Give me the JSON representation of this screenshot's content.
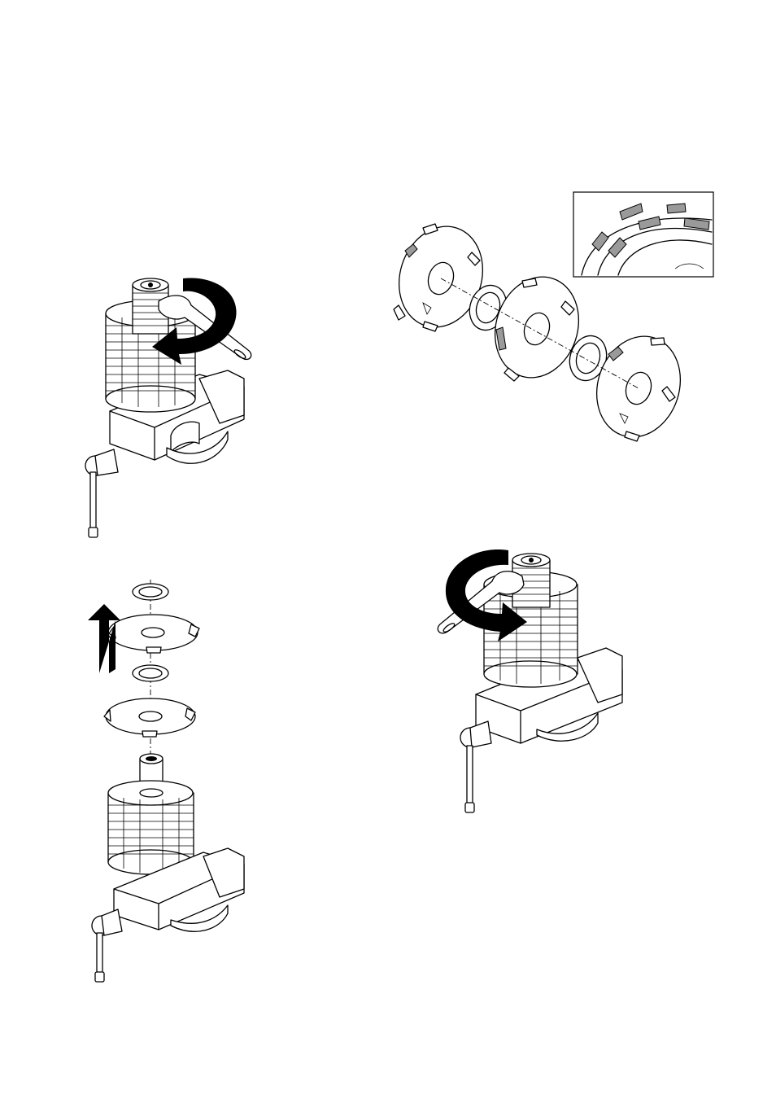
{
  "figures": [
    {
      "id": "fig-loosen-nut",
      "action": "rotate-counterclockwise"
    },
    {
      "id": "fig-blade-order",
      "detail_inset": true
    },
    {
      "id": "fig-remove-blades",
      "action": "lift-up"
    },
    {
      "id": "fig-tighten-nut",
      "action": "rotate-clockwise"
    }
  ],
  "colors": {
    "line": "#000000",
    "segment_fill": "#9a9a9a",
    "background": "#ffffff"
  },
  "icons": [
    "curved-arrow-icon",
    "up-arrow-icon",
    "wrench-icon",
    "vise-icon"
  ]
}
